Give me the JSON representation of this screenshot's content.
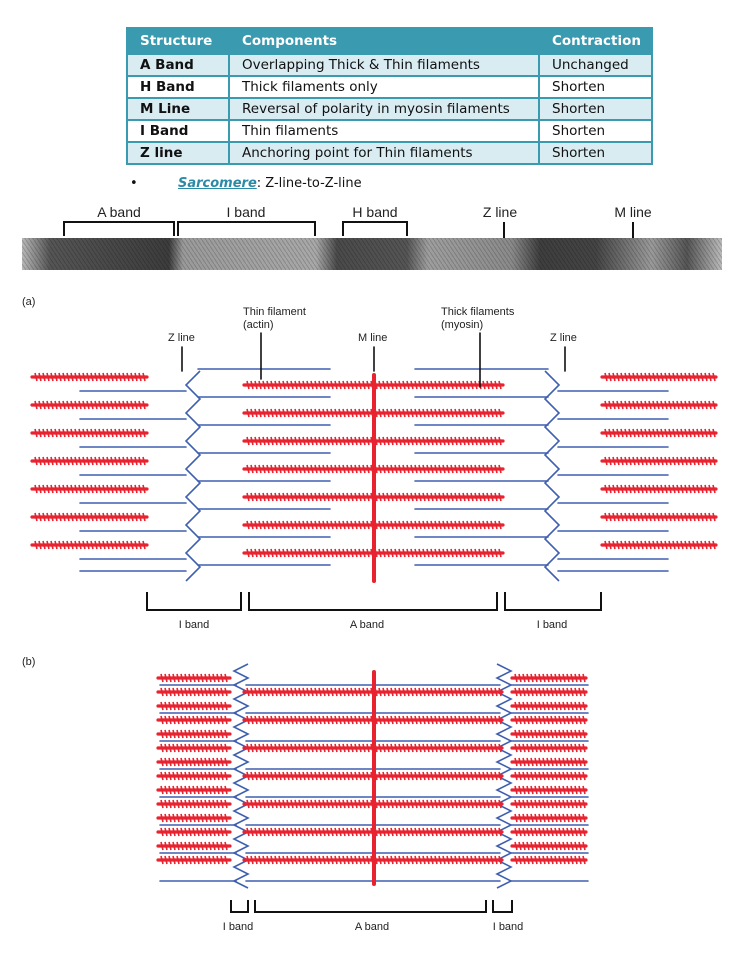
{
  "table": {
    "headers": [
      "Structure",
      "Components",
      "Contraction"
    ],
    "rows": [
      {
        "structure": "A Band",
        "components": "Overlapping Thick & Thin filaments",
        "contraction": "Unchanged"
      },
      {
        "structure": "H Band",
        "components": "Thick filaments only",
        "contraction": "Shorten"
      },
      {
        "structure": "M Line",
        "components": "Reversal of polarity in myosin filaments",
        "contraction": "Shorten"
      },
      {
        "structure": "I Band",
        "components": "Thin filaments",
        "contraction": "Shorten"
      },
      {
        "structure": "Z line",
        "components": "Anchoring point for Thin filaments",
        "contraction": "Shorten"
      }
    ]
  },
  "bullet": {
    "keyword": "Sarcomere",
    "text": ": Z-line-to-Z-line"
  },
  "micrograph": {
    "labels": {
      "a_band": "A band",
      "i_band": "I band",
      "h_band": "H band",
      "z_line": "Z line",
      "m_line": "M line"
    }
  },
  "diagram_a": {
    "panel": "(a)",
    "thin_filament": [
      "Thin filament",
      "(actin)"
    ],
    "thick_filaments": [
      "Thick filaments",
      "(myosin)"
    ],
    "z_line": "Z line",
    "m_line": "M line",
    "i_band": "I band",
    "a_band": "A band"
  },
  "diagram_b": {
    "panel": "(b)",
    "i_band": "I band",
    "a_band": "A band"
  },
  "colors": {
    "table_header": "#3a9ab0",
    "table_stripe": "#d9ecf2",
    "actin": "#3f5fb0",
    "myosin": "#e8222e",
    "m_line": "#e8222e"
  }
}
